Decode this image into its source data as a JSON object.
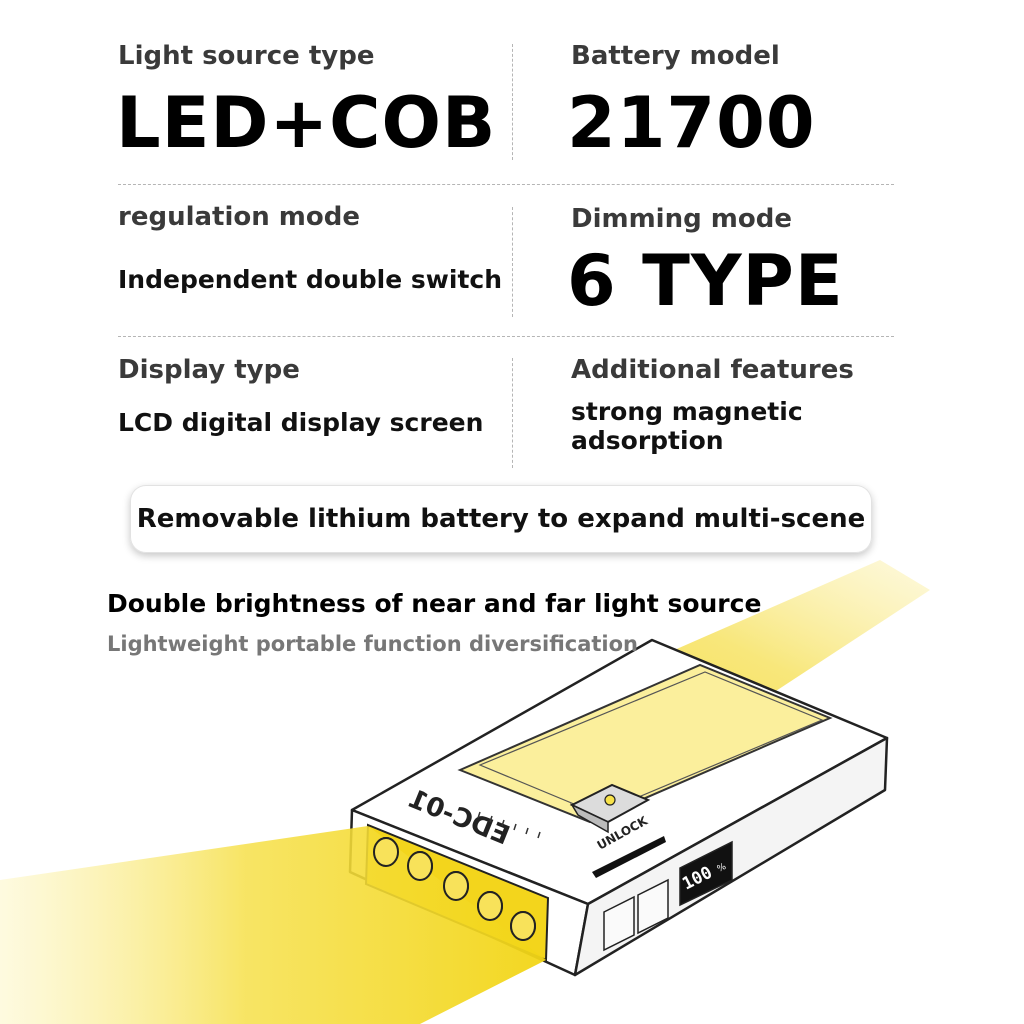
{
  "specs": {
    "light_source": {
      "label": "Light source type",
      "value": "LED+COB"
    },
    "battery": {
      "label": "Battery model",
      "value": "21700"
    },
    "regulation": {
      "label": "regulation mode",
      "value": "Independent double switch"
    },
    "dimming": {
      "label": "Dimming mode",
      "value": "6 TYPE"
    },
    "display": {
      "label": "Display type",
      "value": "LCD digital display screen"
    },
    "features": {
      "label": "Additional features",
      "value_line1": "strong magnetic",
      "value_line2": "adsorption"
    }
  },
  "banner": {
    "text": "Removable lithium battery to expand multi-scene"
  },
  "headline": "Double brightness of near and far light source",
  "subline": "Lightweight portable function diversification",
  "device": {
    "model": "EDC-01",
    "unlock_label": "UNLOCK",
    "battery_readout": "100",
    "battery_unit": "%"
  },
  "colors": {
    "light_beam": "#f5dc1e",
    "text_primary": "#000000",
    "text_secondary": "#777777",
    "divider": "#b5b5b5"
  }
}
